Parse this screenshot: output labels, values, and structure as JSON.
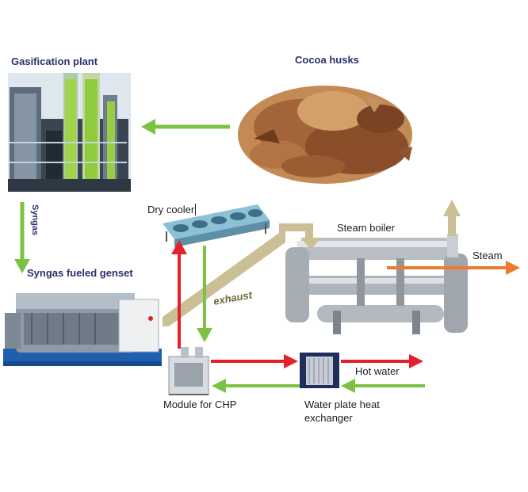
{
  "labels": {
    "gasification_plant": "Gasification plant",
    "cocoa_husks": "Cocoa husks",
    "syngas": "Syngas",
    "dry_cooler": "Dry cooler",
    "steam_boiler": "Steam boiler",
    "steam": "Steam",
    "syngas_genset": "Syngas fueled genset",
    "exhaust": "exhaust",
    "hot_water": "Hot water",
    "module_chp": "Module for CHP",
    "water_plate_line1": "Water plate heat",
    "water_plate_line2": "exchanger"
  },
  "colors": {
    "flow_green": "#7cc242",
    "flow_red": "#e4202a",
    "flow_orange": "#ef7a2f",
    "flow_exhaust": "#cbbf95",
    "label_navy": "#2b2f6b"
  }
}
